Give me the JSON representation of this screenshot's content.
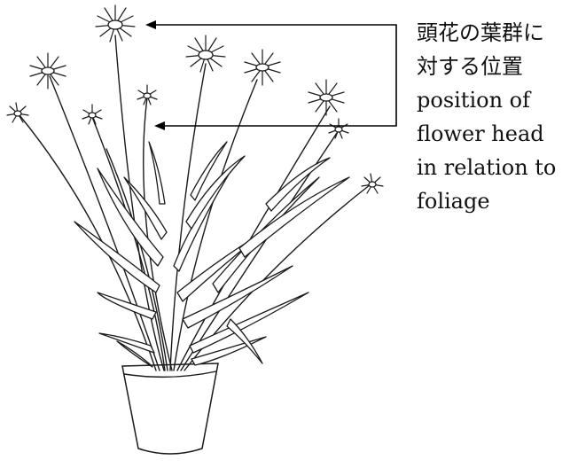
{
  "label": {
    "lines": [
      "頭花の葉群に",
      "対する位置",
      "position of",
      "flower head",
      "in relation to",
      "foliage"
    ]
  },
  "icons": {
    "plant": "potted-daisy-plant-line-drawing",
    "pointer": "bracket-arrow"
  },
  "colors": {
    "ink": "#1a1a1a",
    "background": "#ffffff"
  }
}
